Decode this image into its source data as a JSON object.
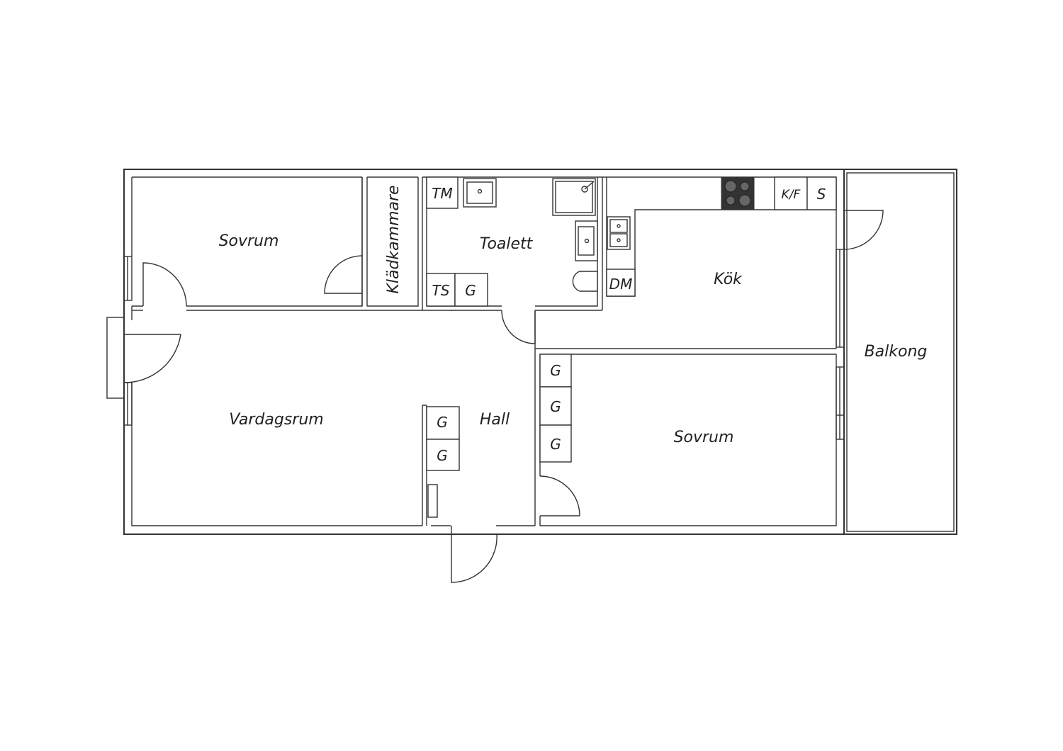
{
  "rooms": {
    "sovrum_north": "Sovrum",
    "kladkammare": "Klädkammare",
    "toalett": "Toalett",
    "kok": "Kök",
    "vardagsrum": "Vardagsrum",
    "hall": "Hall",
    "sovrum_east": "Sovrum",
    "balkong": "Balkong"
  },
  "fixtures": {
    "tm": "TM",
    "ts": "TS",
    "g": "G",
    "dm": "DM",
    "kf": "K/F",
    "s": "S"
  },
  "colors": {
    "wall": "#333333",
    "stove": "#333333"
  }
}
